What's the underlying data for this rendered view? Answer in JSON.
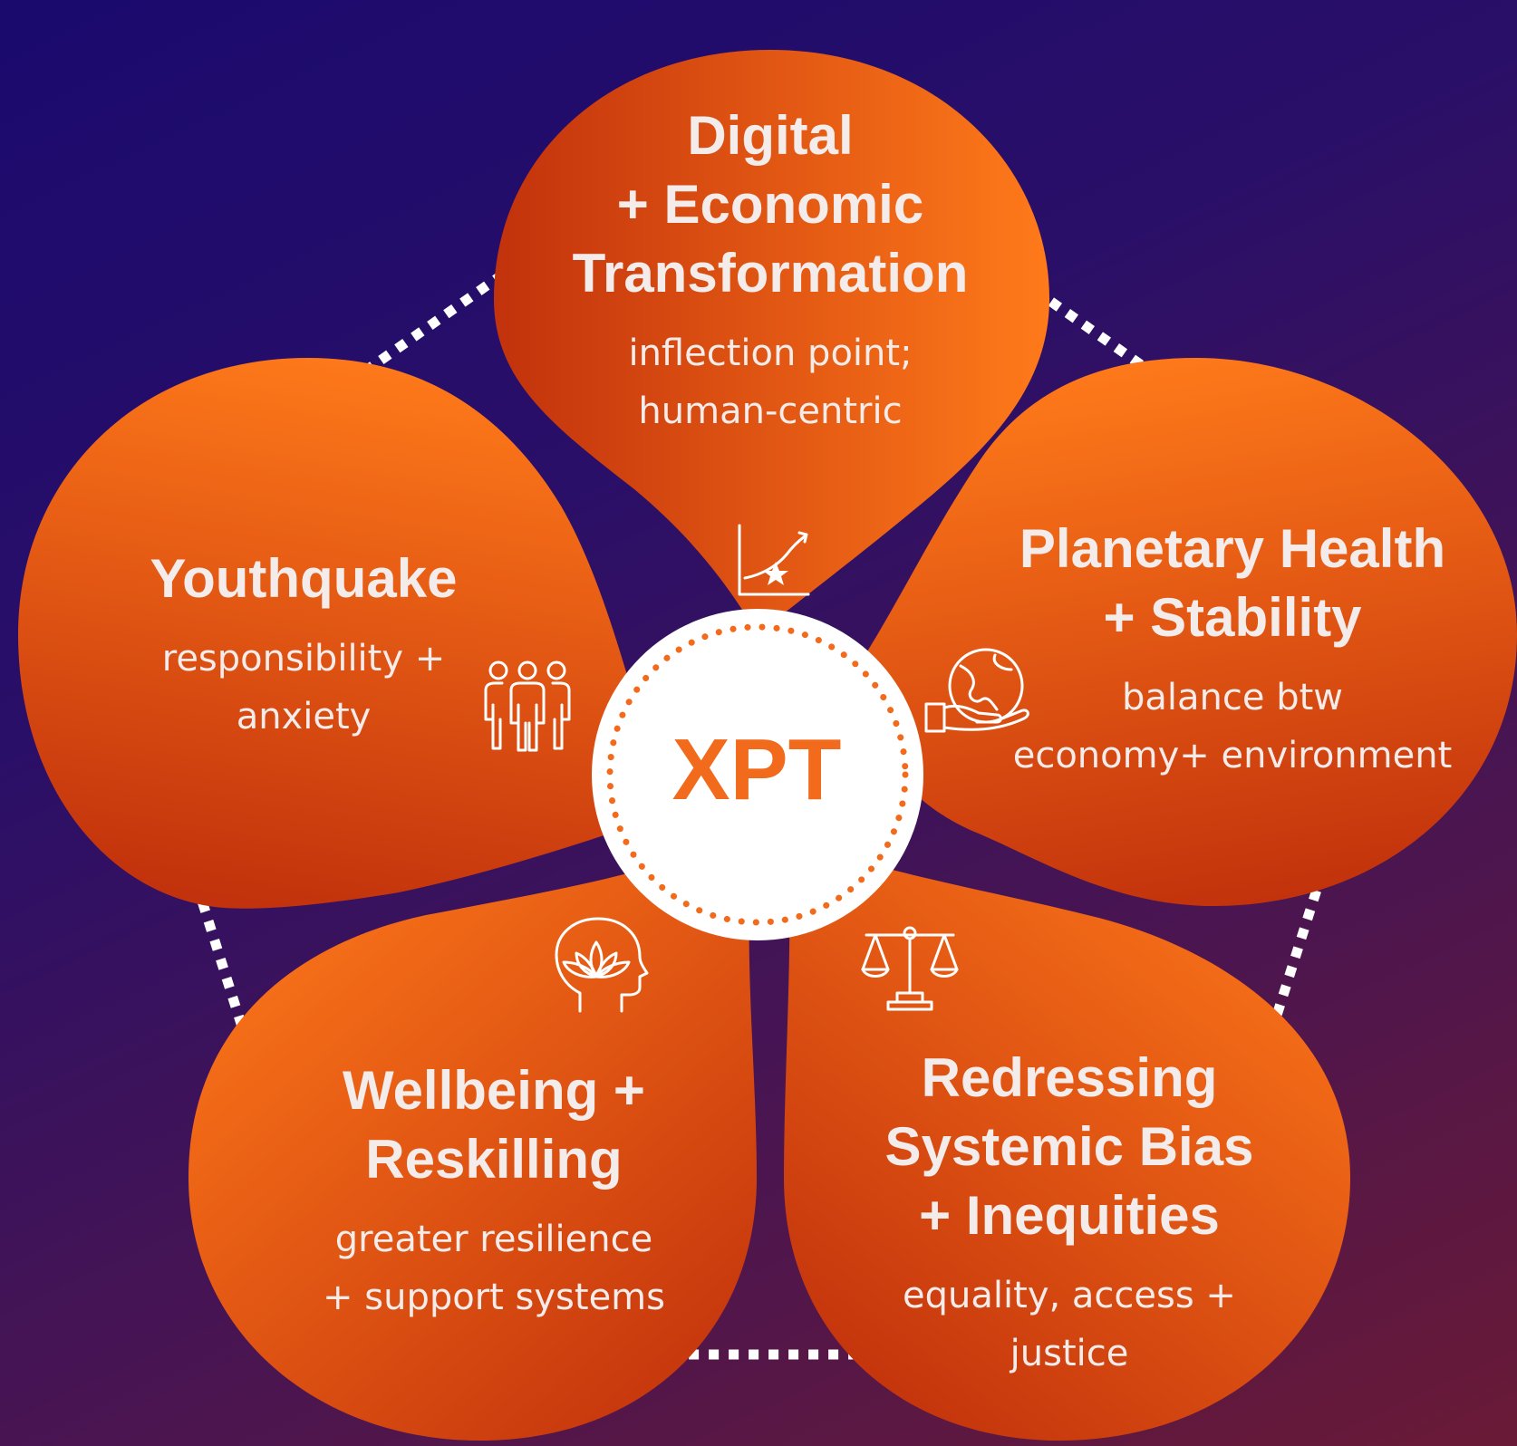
{
  "center": {
    "label": "XPT"
  },
  "petals": [
    {
      "id": "digital",
      "title": "Digital\n+ Economic\nTransformation",
      "subtitle": "inflection point;\nhuman-centric",
      "icon": "chart-star-icon"
    },
    {
      "id": "planetary",
      "title": "Planetary Health\n+ Stability",
      "subtitle": "balance btw\neconomy+ environment",
      "icon": "globe-hand-icon"
    },
    {
      "id": "redressing",
      "title": "Redressing\nSystemic Bias\n+ Inequities",
      "subtitle": "equality, access +\njustice",
      "icon": "scales-icon"
    },
    {
      "id": "wellbeing",
      "title": "Wellbeing +\nReskilling",
      "subtitle": "greater resilience\n+ support systems",
      "icon": "lotus-head-icon"
    },
    {
      "id": "youthquake",
      "title": "Youthquake",
      "subtitle": "responsibility +\nanxiety",
      "icon": "people-group-icon"
    }
  ],
  "colors": {
    "petal_light": "#ff7a1a",
    "petal_dark": "#c2320c",
    "center_text": "#f26a1b",
    "dots": "#ffffff"
  }
}
